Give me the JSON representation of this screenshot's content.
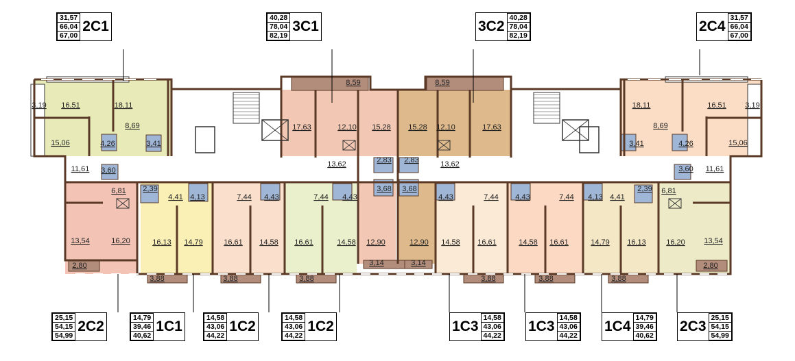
{
  "colors": {
    "wall": "#5a3a26",
    "outline": "#333333",
    "bath": "#9fb6d6",
    "balcony": "#b28d7c",
    "corridor": "#ffffff",
    "c2C1": "#e8ebb8",
    "c3C1": "#f2c7b3",
    "c3C2": "#ddb98b",
    "c2C4": "#fbdcc4",
    "c2C2": "#f3c4b6",
    "c1C1": "#faf0b6",
    "c1C2a": "#fae0cc",
    "c1C2b": "#eaf0cc",
    "c1C3a": "#fbebd6",
    "c1C3b": "#fbd9c2",
    "c1C4": "#f4e7c6",
    "c2C3": "#eceac7"
  },
  "labels": [
    {
      "code": "2C1",
      "areas": [
        "31,57",
        "66,04",
        "67,00"
      ],
      "side": "right"
    },
    {
      "code": "3C1",
      "areas": [
        "40,28",
        "78,04",
        "82,19"
      ],
      "side": "right"
    },
    {
      "code": "3C2",
      "areas": [
        "40,28",
        "78,04",
        "82,19"
      ],
      "side": "left"
    },
    {
      "code": "2C4",
      "areas": [
        "31,57",
        "66,04",
        "67,00"
      ],
      "side": "left"
    },
    {
      "code": "2C2",
      "areas": [
        "25,15",
        "54,15",
        "54,99"
      ],
      "side": "right"
    },
    {
      "code": "1C1",
      "areas": [
        "14,79",
        "39,46",
        "40,62"
      ],
      "side": "right"
    },
    {
      "code": "1C2",
      "areas": [
        "14,58",
        "43,06",
        "44,22"
      ],
      "side": "right"
    },
    {
      "code": "1C2",
      "areas": [
        "14,58",
        "43,06",
        "44,22"
      ],
      "side": "right"
    },
    {
      "code": "1C3",
      "areas": [
        "14,58",
        "43,06",
        "44,22"
      ],
      "side": "left"
    },
    {
      "code": "1C3",
      "areas": [
        "14,58",
        "43,06",
        "44,22"
      ],
      "side": "left"
    },
    {
      "code": "1C4",
      "areas": [
        "14,79",
        "39,46",
        "40,62"
      ],
      "side": "left"
    },
    {
      "code": "2C3",
      "areas": [
        "25,15",
        "54,15",
        "54,99"
      ],
      "side": "left"
    }
  ],
  "room_areas": [
    "8,59",
    "8,59",
    "3,19",
    "16,51",
    "18,11",
    "8,69",
    "15,06",
    "4,26",
    "3,41",
    "17,63",
    "12,10",
    "15,28",
    "15,28",
    "12,10",
    "17,63",
    "13,62",
    "2,83",
    "2,83",
    "13,62",
    "18,11",
    "16,51",
    "3,19",
    "8,69",
    "3,41",
    "4,26",
    "15,06",
    "11,61",
    "3,60",
    "6,81",
    "2,39",
    "4,41",
    "4,13",
    "7,44",
    "4,43",
    "7,44",
    "4,43",
    "3,68",
    "3,68",
    "4,43",
    "7,44",
    "4,43",
    "7,44",
    "4,13",
    "4,41",
    "2,39",
    "6,81",
    "3,60",
    "11,61",
    "13,54",
    "16,20",
    "16,13",
    "14,79",
    "16,61",
    "14,58",
    "16,61",
    "14,58",
    "12,90",
    "12,90",
    "14,58",
    "16,61",
    "14,58",
    "16,61",
    "14,79",
    "16,13",
    "16,20",
    "13,54",
    "2,80",
    "3,88",
    "3,88",
    "3,88",
    "3,14",
    "3,14",
    "3,88",
    "3,88",
    "3,88",
    "2,80"
  ]
}
